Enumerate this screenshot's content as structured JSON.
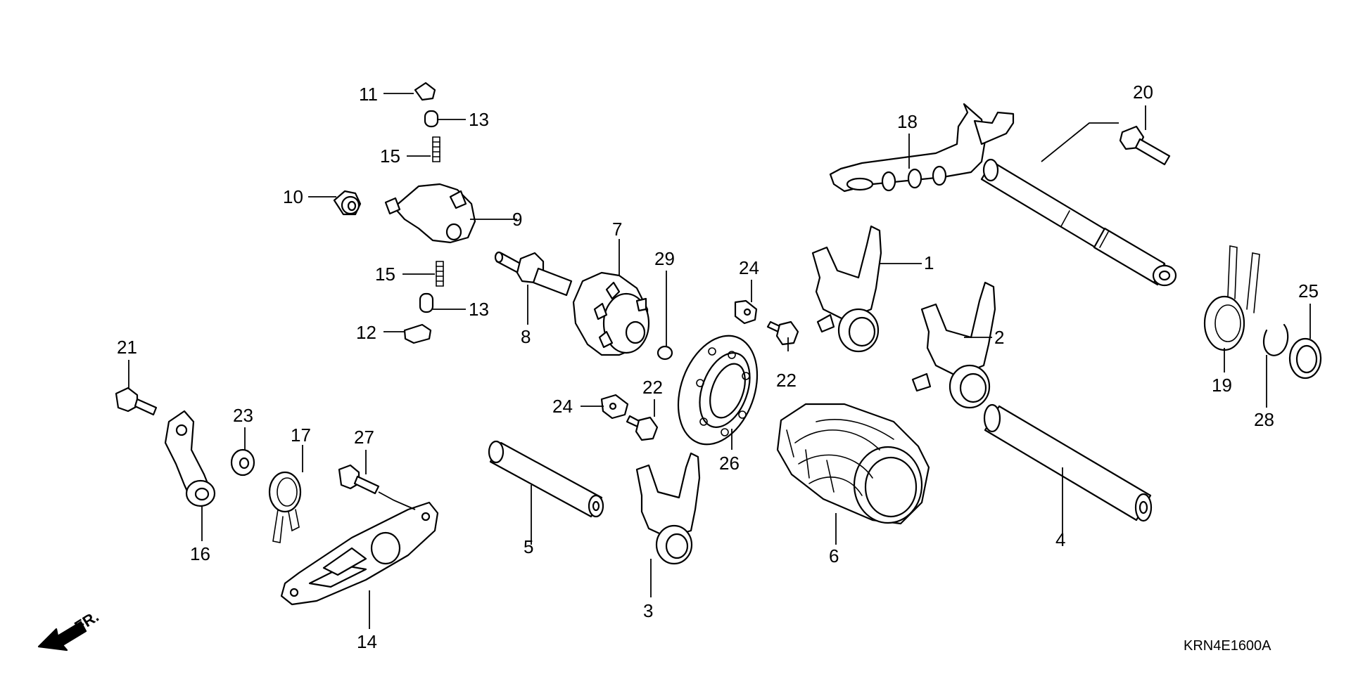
{
  "diagram": {
    "code": "KRN4E1600A",
    "direction_label": "FR.",
    "direction_icon": "front-arrow-icon",
    "labels": [
      "1",
      "2",
      "3",
      "4",
      "5",
      "6",
      "7",
      "8",
      "9",
      "10",
      "11",
      "12",
      "13",
      "13",
      "14",
      "15",
      "15",
      "16",
      "17",
      "18",
      "19",
      "20",
      "21",
      "22",
      "22",
      "23",
      "24",
      "24",
      "25",
      "26",
      "27",
      "28",
      "29"
    ],
    "parts": [
      "fork-1",
      "fork-2",
      "fork-3",
      "fork-shaft-4",
      "fork-shaft-5",
      "shift-drum-6",
      "drum-center-7",
      "bolt-8",
      "stopper-plate-9",
      "collar-10",
      "cap-11",
      "cap-12",
      "pin-13",
      "pin-13b",
      "stopper-plate-14",
      "spring-15",
      "spring-15b",
      "stopper-arm-16",
      "spring-17",
      "shift-spindle-18",
      "spring-19",
      "bolt-20",
      "bolt-21",
      "bolt-22",
      "bolt-22b",
      "washer-23",
      "plate-24",
      "plate-24b",
      "collar-25",
      "bearing-26",
      "bolt-27",
      "clip-28",
      "pin-29"
    ]
  }
}
